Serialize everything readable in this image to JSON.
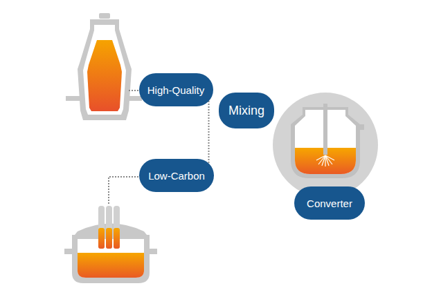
{
  "diagram": {
    "nodes": [
      {
        "text": [
          "High-Quality"
        ]
      },
      {
        "text": [
          "Mixing"
        ]
      },
      {
        "text": [
          "Low-Carbon"
        ]
      },
      {
        "text": [
          "Converter"
        ]
      }
    ],
    "edges": [
      {
        "from": 0,
        "to": 2,
        "arrow": "none"
      }
    ]
  }
}
